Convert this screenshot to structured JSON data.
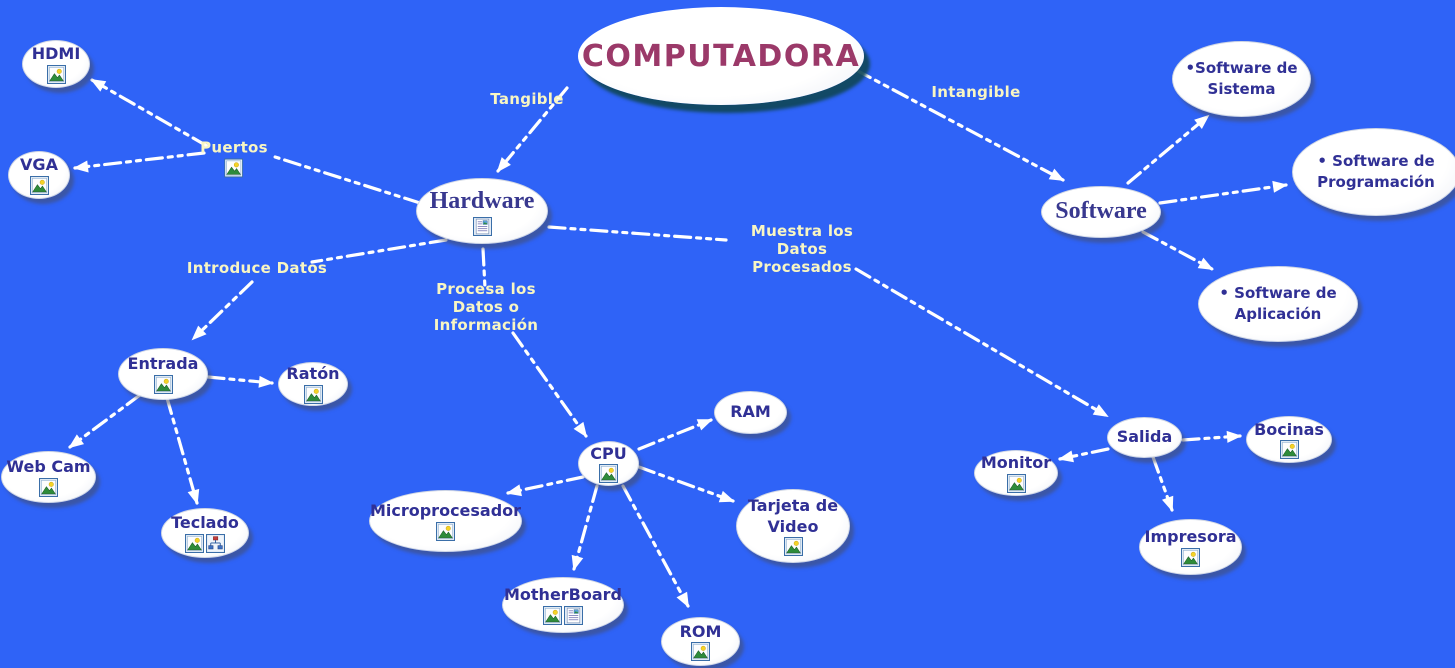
{
  "diagram": {
    "colors": {
      "background": "#2F63F7",
      "node_fill": "#FFFFFF",
      "node_text": "#303095",
      "title_text": "#9B3969",
      "edge_label_text": "#F8F6C3",
      "arrow": "#FFFFFF"
    },
    "nodes": {
      "computadora": {
        "label": "COMPUTADORA"
      },
      "hardware": {
        "label": "Hardware",
        "attachments": [
          "document-image"
        ]
      },
      "software": {
        "label": "Software",
        "attachments": []
      },
      "software_sistema": {
        "label": "•Software de Sistema",
        "attachments": []
      },
      "software_programacion": {
        "label": "• Software de Programación",
        "attachments": []
      },
      "software_aplicacion": {
        "label": "• Software de Aplicación",
        "attachments": []
      },
      "hdmi": {
        "label": "HDMI",
        "attachments": [
          "image"
        ]
      },
      "vga": {
        "label": "VGA",
        "attachments": [
          "image"
        ]
      },
      "entrada": {
        "label": "Entrada",
        "attachments": [
          "image"
        ]
      },
      "raton": {
        "label": "Ratón",
        "attachments": [
          "image"
        ]
      },
      "web_cam": {
        "label": "Web Cam",
        "attachments": [
          "image"
        ]
      },
      "teclado": {
        "label": "Teclado",
        "attachments": [
          "image",
          "hierarchy"
        ]
      },
      "cpu": {
        "label": "CPU",
        "attachments": [
          "image"
        ]
      },
      "ram": {
        "label": "RAM",
        "attachments": []
      },
      "tarjeta_de_video": {
        "label": "Tarjeta de Video",
        "attachments": [
          "image"
        ]
      },
      "microprocesador": {
        "label": "Microprocesador",
        "attachments": [
          "image"
        ]
      },
      "motherboard": {
        "label": "MotherBoard",
        "attachments": [
          "image",
          "document-image"
        ]
      },
      "rom": {
        "label": "ROM",
        "attachments": [
          "image"
        ]
      },
      "salida": {
        "label": "Salida",
        "attachments": []
      },
      "monitor": {
        "label": "Monitor",
        "attachments": [
          "image"
        ]
      },
      "bocinas": {
        "label": "Bocinas",
        "attachments": [
          "image"
        ]
      },
      "impresora": {
        "label": "Impresora",
        "attachments": [
          "image"
        ]
      }
    },
    "edge_labels": {
      "tangible": "Tangible",
      "intangible": "Intangible",
      "puertos": "Puertos",
      "introduce_datos": "Introduce Datos",
      "procesa_los_datos": "Procesa los Datos o Información",
      "muestra_los_datos": "Muestra los Datos Procesados"
    },
    "edges": [
      {
        "from": "COMPUTADORA",
        "to": "Hardware",
        "label": "Tangible"
      },
      {
        "from": "COMPUTADORA",
        "to": "Software",
        "label": "Intangible"
      },
      {
        "from": "Software",
        "to": "•Software de Sistema"
      },
      {
        "from": "Software",
        "to": "• Software de Programación"
      },
      {
        "from": "Software",
        "to": "• Software de Aplicación"
      },
      {
        "from": "Hardware",
        "to": "HDMI",
        "label": "Puertos"
      },
      {
        "from": "Hardware",
        "to": "VGA",
        "label": "Puertos"
      },
      {
        "from": "Hardware",
        "to": "Entrada",
        "label": "Introduce Datos"
      },
      {
        "from": "Hardware",
        "to": "CPU",
        "label": "Procesa los Datos o Información"
      },
      {
        "from": "Hardware",
        "to": "Salida",
        "label": "Muestra los Datos Procesados"
      },
      {
        "from": "Entrada",
        "to": "Ratón"
      },
      {
        "from": "Entrada",
        "to": "Web Cam"
      },
      {
        "from": "Entrada",
        "to": "Teclado"
      },
      {
        "from": "CPU",
        "to": "RAM"
      },
      {
        "from": "CPU",
        "to": "Tarjeta de Video"
      },
      {
        "from": "CPU",
        "to": "Microprocesador"
      },
      {
        "from": "CPU",
        "to": "MotherBoard"
      },
      {
        "from": "CPU",
        "to": "ROM"
      },
      {
        "from": "Salida",
        "to": "Monitor"
      },
      {
        "from": "Salida",
        "to": "Bocinas"
      },
      {
        "from": "Salida",
        "to": "Impresora"
      }
    ]
  }
}
